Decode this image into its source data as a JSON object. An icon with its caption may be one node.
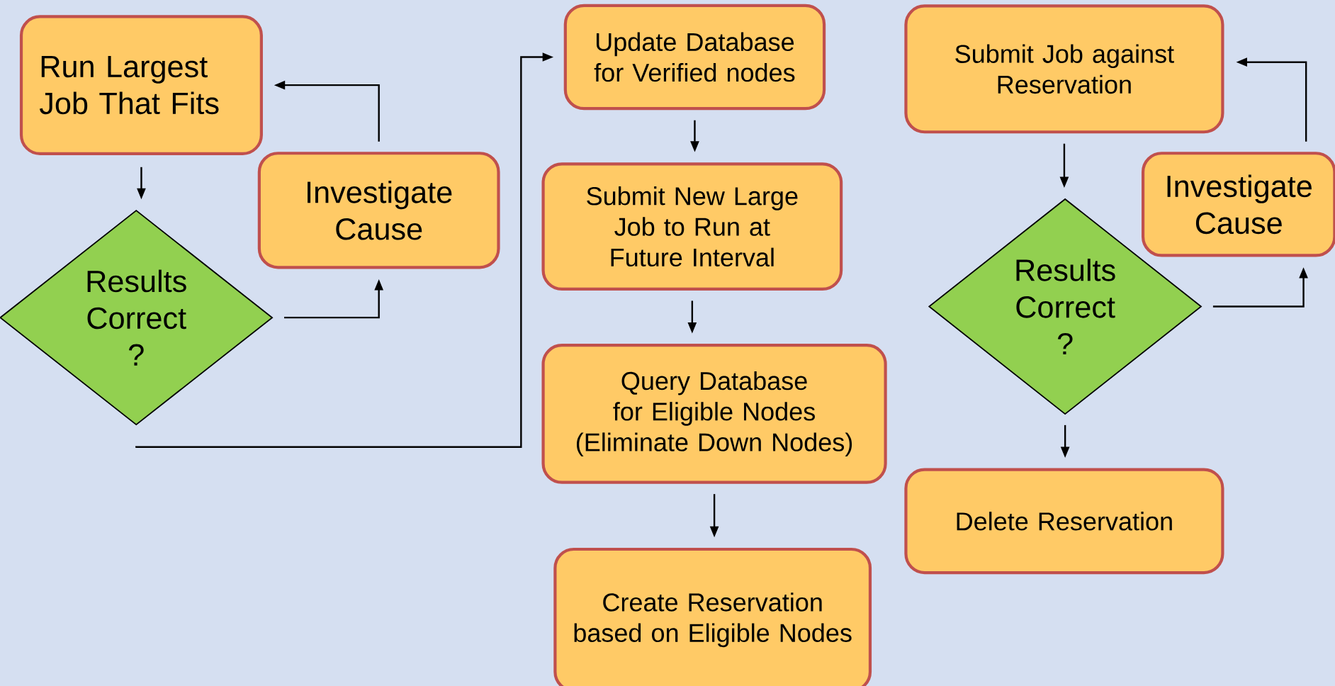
{
  "diagram": {
    "nodes": [
      {
        "text": [
          "Run Largest Job That Fits"
        ]
      },
      {
        "text": [
          "Results Correct ?"
        ]
      },
      {
        "text": [
          "Investigate Cause"
        ]
      },
      {
        "text": [
          "Update Database for Verified nodes"
        ]
      },
      {
        "text": [
          "Submit New Large Job to Run at Future Interval"
        ]
      },
      {
        "text": [
          "Query Database for Eligible Nodes (Eliminate Down Nodes)"
        ]
      },
      {
        "text": [
          "Create Reservation based on Eligible Nodes"
        ]
      },
      {
        "text": [
          "Submit Job against Reservation"
        ]
      },
      {
        "text": [
          "Results Correct ?"
        ]
      },
      {
        "text": [
          "Investigate Cause"
        ]
      },
      {
        "text": [
          "Delete Reservation"
        ]
      }
    ],
    "edges": [
      {
        "from": 0,
        "to": 1,
        "arrow": "to"
      },
      {
        "from": 1,
        "to": 2,
        "arrow": "to"
      },
      {
        "from": 2,
        "to": 0,
        "arrow": "to"
      },
      {
        "from": 1,
        "to": 3,
        "arrow": "to"
      },
      {
        "from": 3,
        "to": 4,
        "arrow": "to"
      },
      {
        "from": 4,
        "to": 5,
        "arrow": "to"
      },
      {
        "from": 5,
        "to": 6,
        "arrow": "to"
      },
      {
        "from": 7,
        "to": 8,
        "arrow": "to"
      },
      {
        "from": 8,
        "to": 9,
        "arrow": "to"
      },
      {
        "from": 9,
        "to": 7,
        "arrow": "to"
      },
      {
        "from": 8,
        "to": 10,
        "arrow": "to"
      }
    ]
  }
}
